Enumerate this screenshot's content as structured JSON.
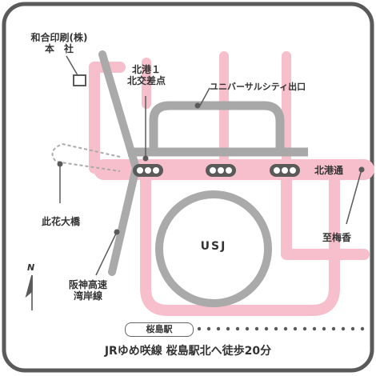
{
  "map": {
    "company_office": "和合印刷(株)\n本　社",
    "intersection": "北港１\n北交差点",
    "usj_exit": "ユニバーサルシティ出口",
    "route_north_port": "北港通",
    "route_shibaume": "至梅香",
    "bridge": "此花大橋",
    "expressway": "阪神高速\n湾岸線",
    "park": "USJ",
    "station": "桜島駅",
    "north_marker": "N",
    "access": "JRゆめ咲線 桜島駅北へ徒歩20分"
  }
}
